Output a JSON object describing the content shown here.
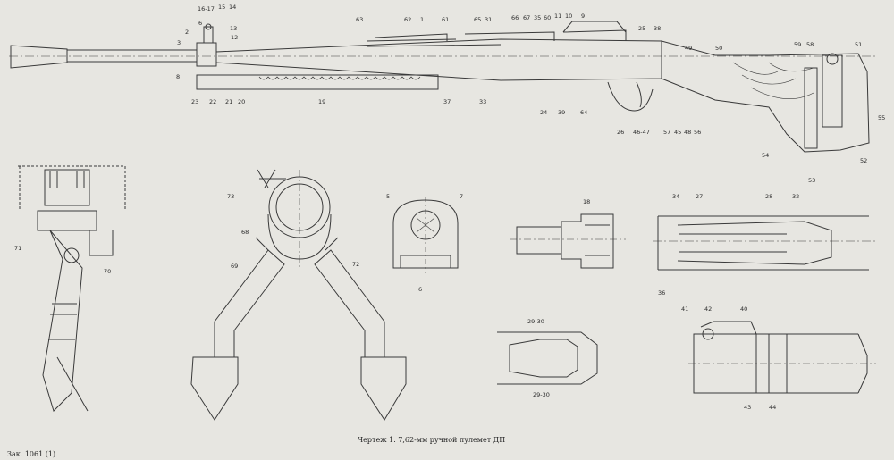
{
  "caption": "Чертеж 1. 7,62-мм ручной пулемет ДП",
  "order_number": "Зак. 1061   (1)",
  "labels": {
    "gun": [
      "16-17",
      "15",
      "14",
      "6",
      "13",
      "12",
      "2",
      "3",
      "8",
      "23",
      "22",
      "21",
      "20",
      "19",
      "63",
      "62",
      "1",
      "61",
      "65",
      "31",
      "66",
      "67",
      "35",
      "60",
      "11",
      "10",
      "9",
      "25",
      "38",
      "49",
      "50",
      "59",
      "58",
      "51",
      "55",
      "52",
      "54",
      "53",
      "37",
      "33",
      "24",
      "39",
      "64",
      "26",
      "46-47",
      "57",
      "45",
      "48",
      "56"
    ],
    "left_mount": [
      "71",
      "70"
    ],
    "bipod": [
      "73",
      "68",
      "69",
      "72"
    ],
    "section_a": [
      "5",
      "7",
      "6"
    ],
    "sight": [
      "18"
    ],
    "barrel_section": [
      "34",
      "27",
      "28",
      "32",
      "36"
    ],
    "buttplate": [
      "29-30",
      "29-30"
    ],
    "lock": [
      "41",
      "42",
      "40",
      "43",
      "44"
    ]
  }
}
